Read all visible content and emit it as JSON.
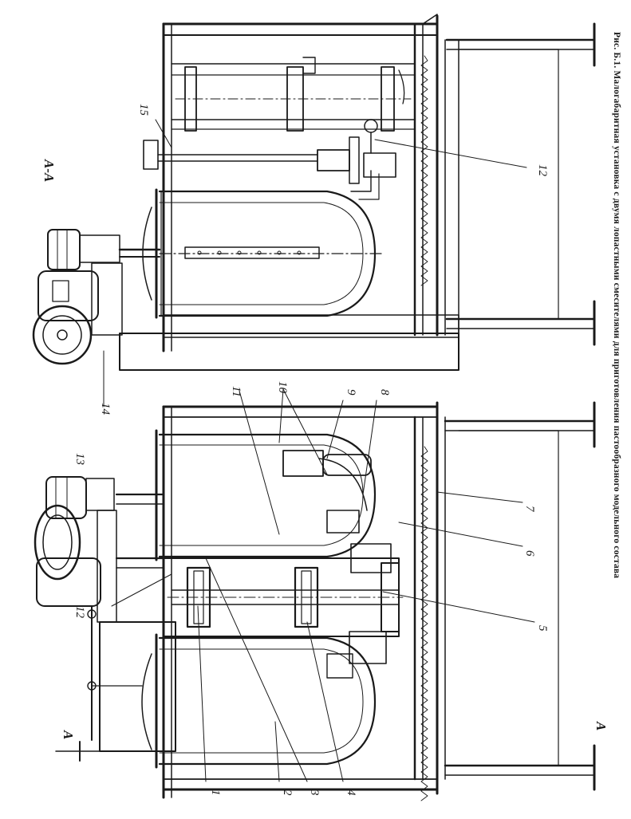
{
  "document": {
    "caption": "Рис. Б.1. Малогабаритная установка с двумя лопастными смесителями для приготовления пастообразного модельного состава"
  },
  "section": {
    "title": "А-А",
    "mark_left": "А",
    "mark_right": "А"
  },
  "labels": [
    "1",
    "2",
    "3",
    "4",
    "5",
    "6",
    "7",
    "8",
    "9",
    "10",
    "11",
    "12",
    "13",
    "12",
    "14",
    "15"
  ]
}
